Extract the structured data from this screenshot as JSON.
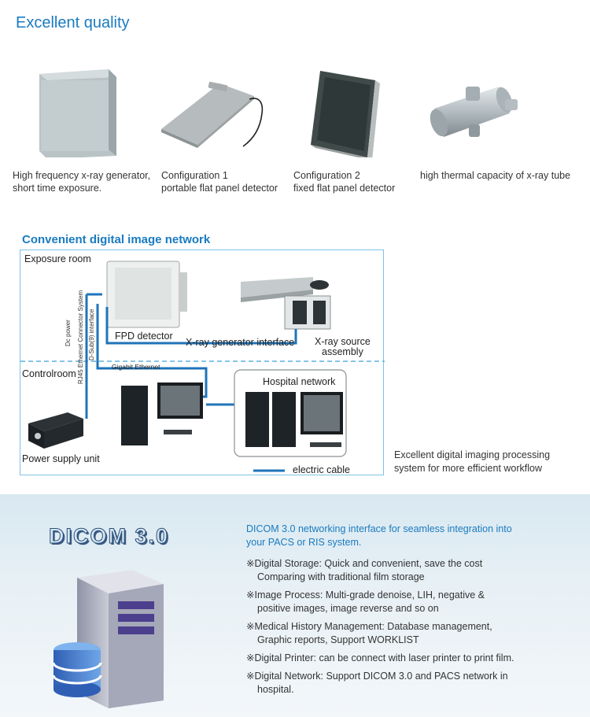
{
  "quality": {
    "title": "Excellent quality",
    "products": [
      {
        "line1": "High frequency x-ray generator,",
        "line2": "short time exposure."
      },
      {
        "line1": "Configuration 1",
        "line2": "portable flat panel detector"
      },
      {
        "line1": "Configuration 2",
        "line2": "fixed flat panel detector"
      },
      {
        "line1": "high thermal capacity of x-ray tube",
        "line2": ""
      }
    ]
  },
  "network": {
    "title": "Convenient digital image network",
    "exposure_room": "Exposure room",
    "control_room": "Controlroom",
    "fpd_detector": "FPD detector",
    "xray_generator_interface": "X-ray generator interface",
    "xray_source_line1": "X-ray source",
    "xray_source_line2": "assembly",
    "hospital_network": "Hospital network",
    "power_supply": "Power supply unit",
    "gigabit": "Gigabit Ethernet",
    "dc_power": "Dc power",
    "rj45": "RJ45 Ethernet Connector System",
    "dsub": "D-Sub(9) interface",
    "legend_cable": "electric cable",
    "workflow_line1": "Excellent digital imaging processing",
    "workflow_line2": "system for more efficient workflow"
  },
  "dicom": {
    "logo": "DICOM 3.0",
    "intro_line1": "DICOM 3.0 networking interface for seamless integration into",
    "intro_line2": "your PACS or RIS system.",
    "features": [
      {
        "lead": "※Digital Storage: Quick and convenient, save the cost",
        "cont": "Comparing with traditional film storage"
      },
      {
        "lead": "※Image Process: Multi-grade denoise, LIH, negative &",
        "cont": "positive images, image reverse and so on"
      },
      {
        "lead": "※Medical History Management: Database management,",
        "cont": "Graphic reports, Support WORKLIST"
      },
      {
        "lead": "※Digital Printer: can be connect with laser printer to print film.",
        "cont": ""
      },
      {
        "lead": "※Digital Network: Support DICOM 3.0 and PACS network in",
        "cont": "hospital."
      }
    ]
  },
  "colors": {
    "accent": "#1a7bc0",
    "cable": "#1f74b8",
    "divider": "#5fb2df"
  }
}
